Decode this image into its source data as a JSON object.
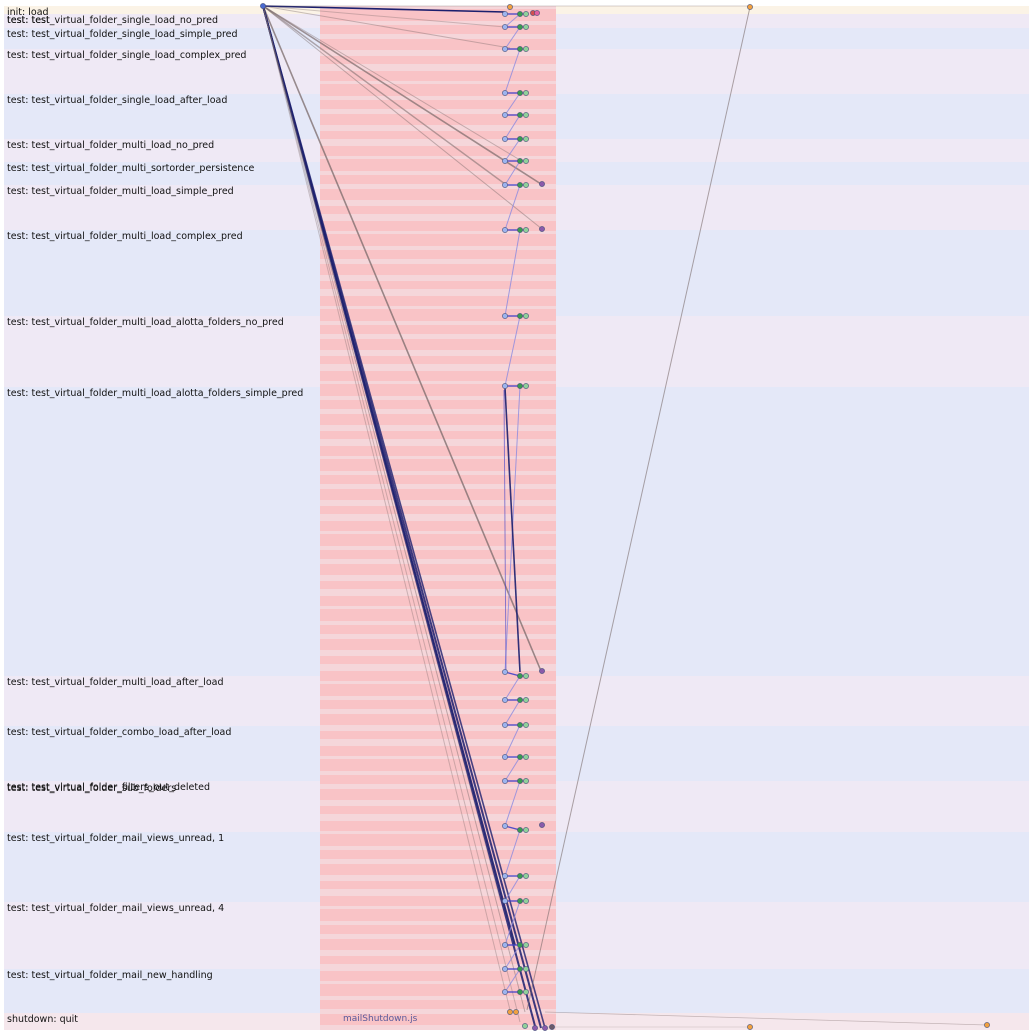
{
  "bands": [
    {
      "label": "init: load",
      "kind": "init"
    },
    {
      "label": "test: test_virtual_folder_single_load_no_pred",
      "kind": "odd"
    },
    {
      "label": "test: test_virtual_folder_single_load_simple_pred",
      "kind": "even"
    },
    {
      "label": "test: test_virtual_folder_single_load_complex_pred",
      "kind": "odd"
    },
    {
      "label": "test: test_virtual_folder_single_load_after_load",
      "kind": "even"
    },
    {
      "label": "test: test_virtual_folder_multi_load_no_pred",
      "kind": "odd"
    },
    {
      "label": "test: test_virtual_folder_multi_sortorder_persistence",
      "kind": "even"
    },
    {
      "label": "test: test_virtual_folder_multi_load_simple_pred",
      "kind": "odd"
    },
    {
      "label": "test: test_virtual_folder_multi_load_complex_pred",
      "kind": "even"
    },
    {
      "label": "test: test_virtual_folder_multi_load_alotta_folders_no_pred",
      "kind": "odd"
    },
    {
      "label": "test: test_virtual_folder_multi_load_alotta_folders_simple_pred",
      "kind": "even"
    },
    {
      "label": "test: test_virtual_folder_multi_load_after_load",
      "kind": "odd"
    },
    {
      "label": "test: test_virtual_folder_combo_load_after_load",
      "kind": "even"
    },
    {
      "label": "test: test_virtual_folder_filters_out_deleted",
      "kind": "odd"
    },
    {
      "label": "test: test_virtual_folder_mail_views_unread, 1",
      "kind": "even"
    },
    {
      "label": "test: test_virtual_folder_mail_views_unread, 4",
      "kind": "odd"
    },
    {
      "label": "test: test_virtual_folder_mail_new_handling",
      "kind": "even"
    },
    {
      "label": "shutdown: quit",
      "kind": "shut"
    }
  ],
  "overlap_labels": [
    {
      "label": "test: test",
      "after_band": 0
    },
    {
      "label": "test: test_virtual_folder_sub_folders",
      "after_band": 13
    }
  ],
  "footer_note": "mailShutdown.js",
  "colors": {
    "trunk": "#1b1f6e",
    "flow": "#4040c8",
    "flow_light": "#8a8ae0",
    "node_open": "#9db4ee",
    "node_green": "#3a9a50",
    "node_lightgreen": "#8fd09a",
    "node_purple": "#8a5aaa",
    "node_orange": "#f0a040",
    "node_red": "#d05050",
    "node_pink": "#e060a0",
    "gray_link": "#7a6a6a",
    "stripe_a": "#f9c3c6",
    "stripe_b": "#f5d6da"
  }
}
